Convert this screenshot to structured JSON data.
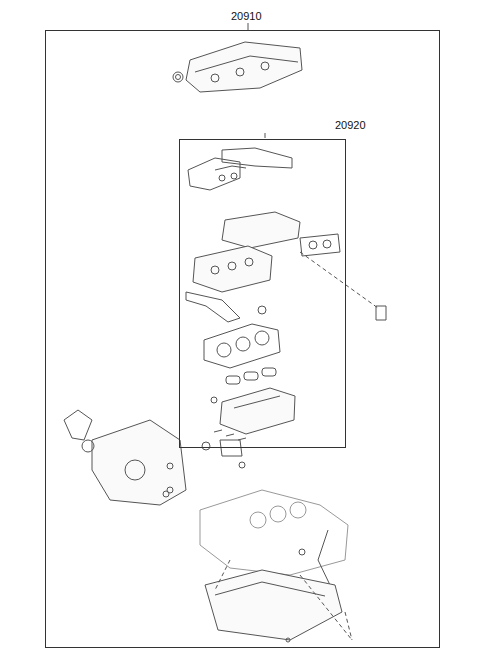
{
  "diagram": {
    "nodes": [
      {
        "text": [
          "20910"
        ]
      },
      {
        "text": [
          "20920"
        ],
        "in": 0
      }
    ]
  }
}
